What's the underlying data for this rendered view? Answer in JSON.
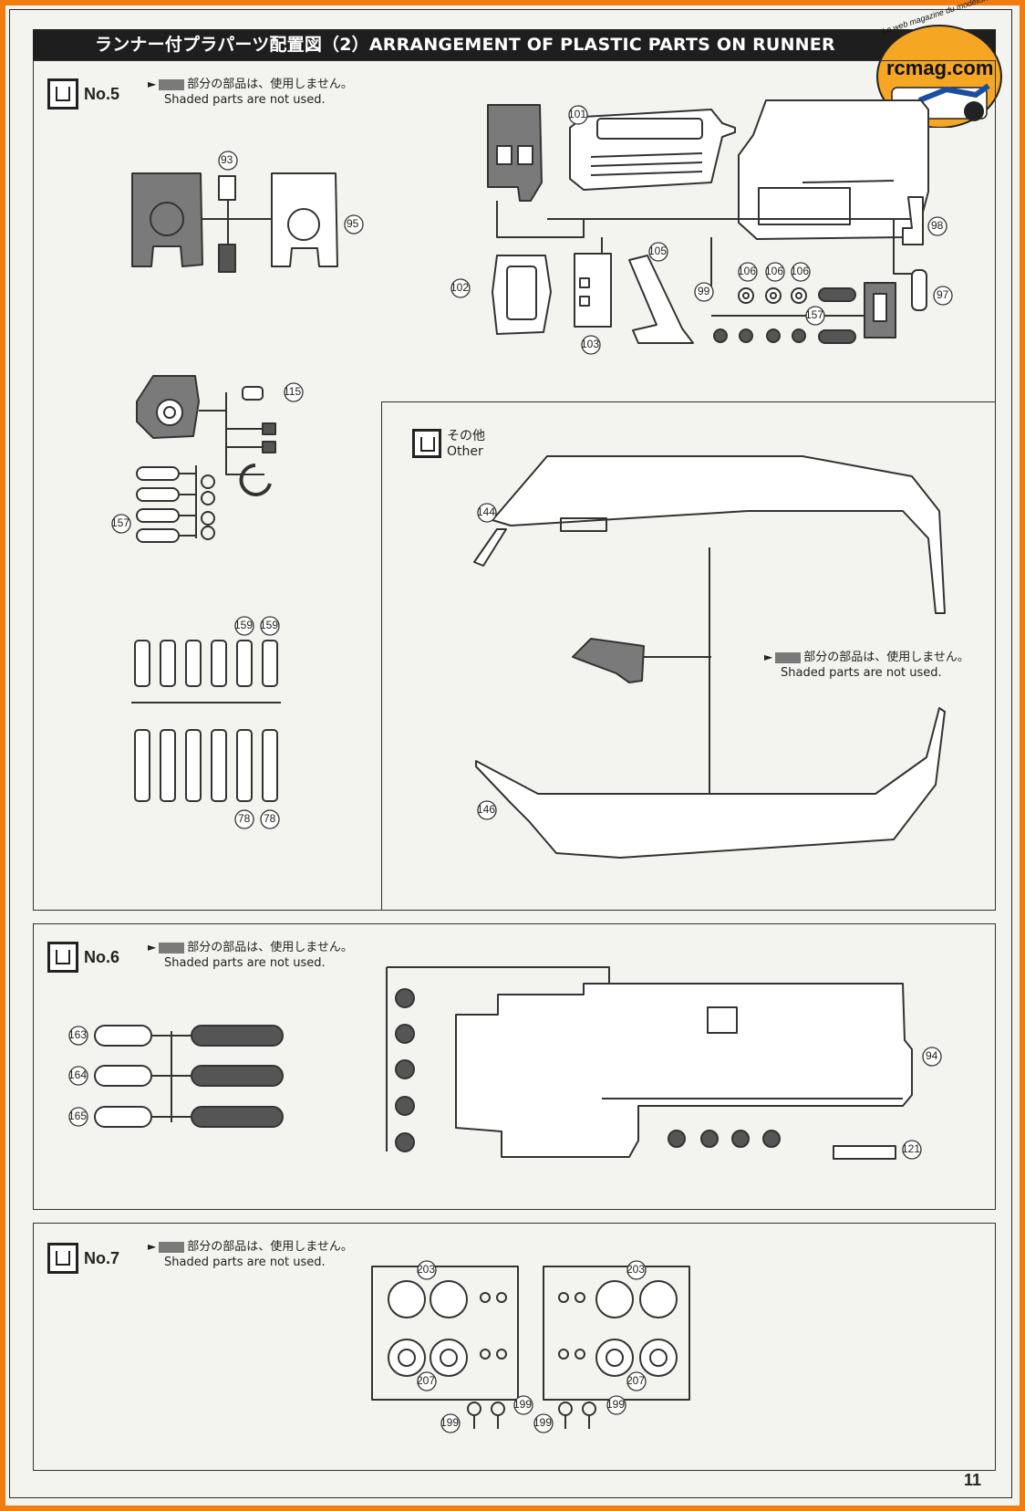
{
  "header": {
    "title": "ランナー付プラパーツ配置図（2）ARRANGEMENT OF PLASTIC PARTS ON RUNNER"
  },
  "logo": {
    "name": "rcmag.com",
    "tagline": "Le web magazine du modélisme"
  },
  "note": {
    "jp": "部分の部品は、使用しません。",
    "en": "Shaded parts are not used."
  },
  "sections": {
    "no5": {
      "label": "No.5"
    },
    "other": {
      "jp": "その他",
      "en": "Other"
    },
    "no6": {
      "label": "No.6"
    },
    "no7": {
      "label": "No.7"
    }
  },
  "part_numbers": {
    "p93": "93",
    "p95": "95",
    "p101": "101",
    "p102": "102",
    "p103": "103",
    "p105": "105",
    "p106a": "106",
    "p106b": "106",
    "p106c": "106",
    "p99": "99",
    "p157a": "157",
    "p98": "98",
    "p97": "97",
    "p115": "115",
    "p157b": "157",
    "p159a": "159",
    "p159b": "159",
    "p78a": "78",
    "p78b": "78",
    "p144": "144",
    "p146": "146",
    "p163": "163",
    "p164": "164",
    "p165": "165",
    "p94": "94",
    "p121": "121",
    "p203a": "203",
    "p203b": "203",
    "p207a": "207",
    "p207b": "207",
    "p199a": "199",
    "p199b": "199",
    "p199c": "199",
    "p199d": "199"
  },
  "page_number": "11"
}
